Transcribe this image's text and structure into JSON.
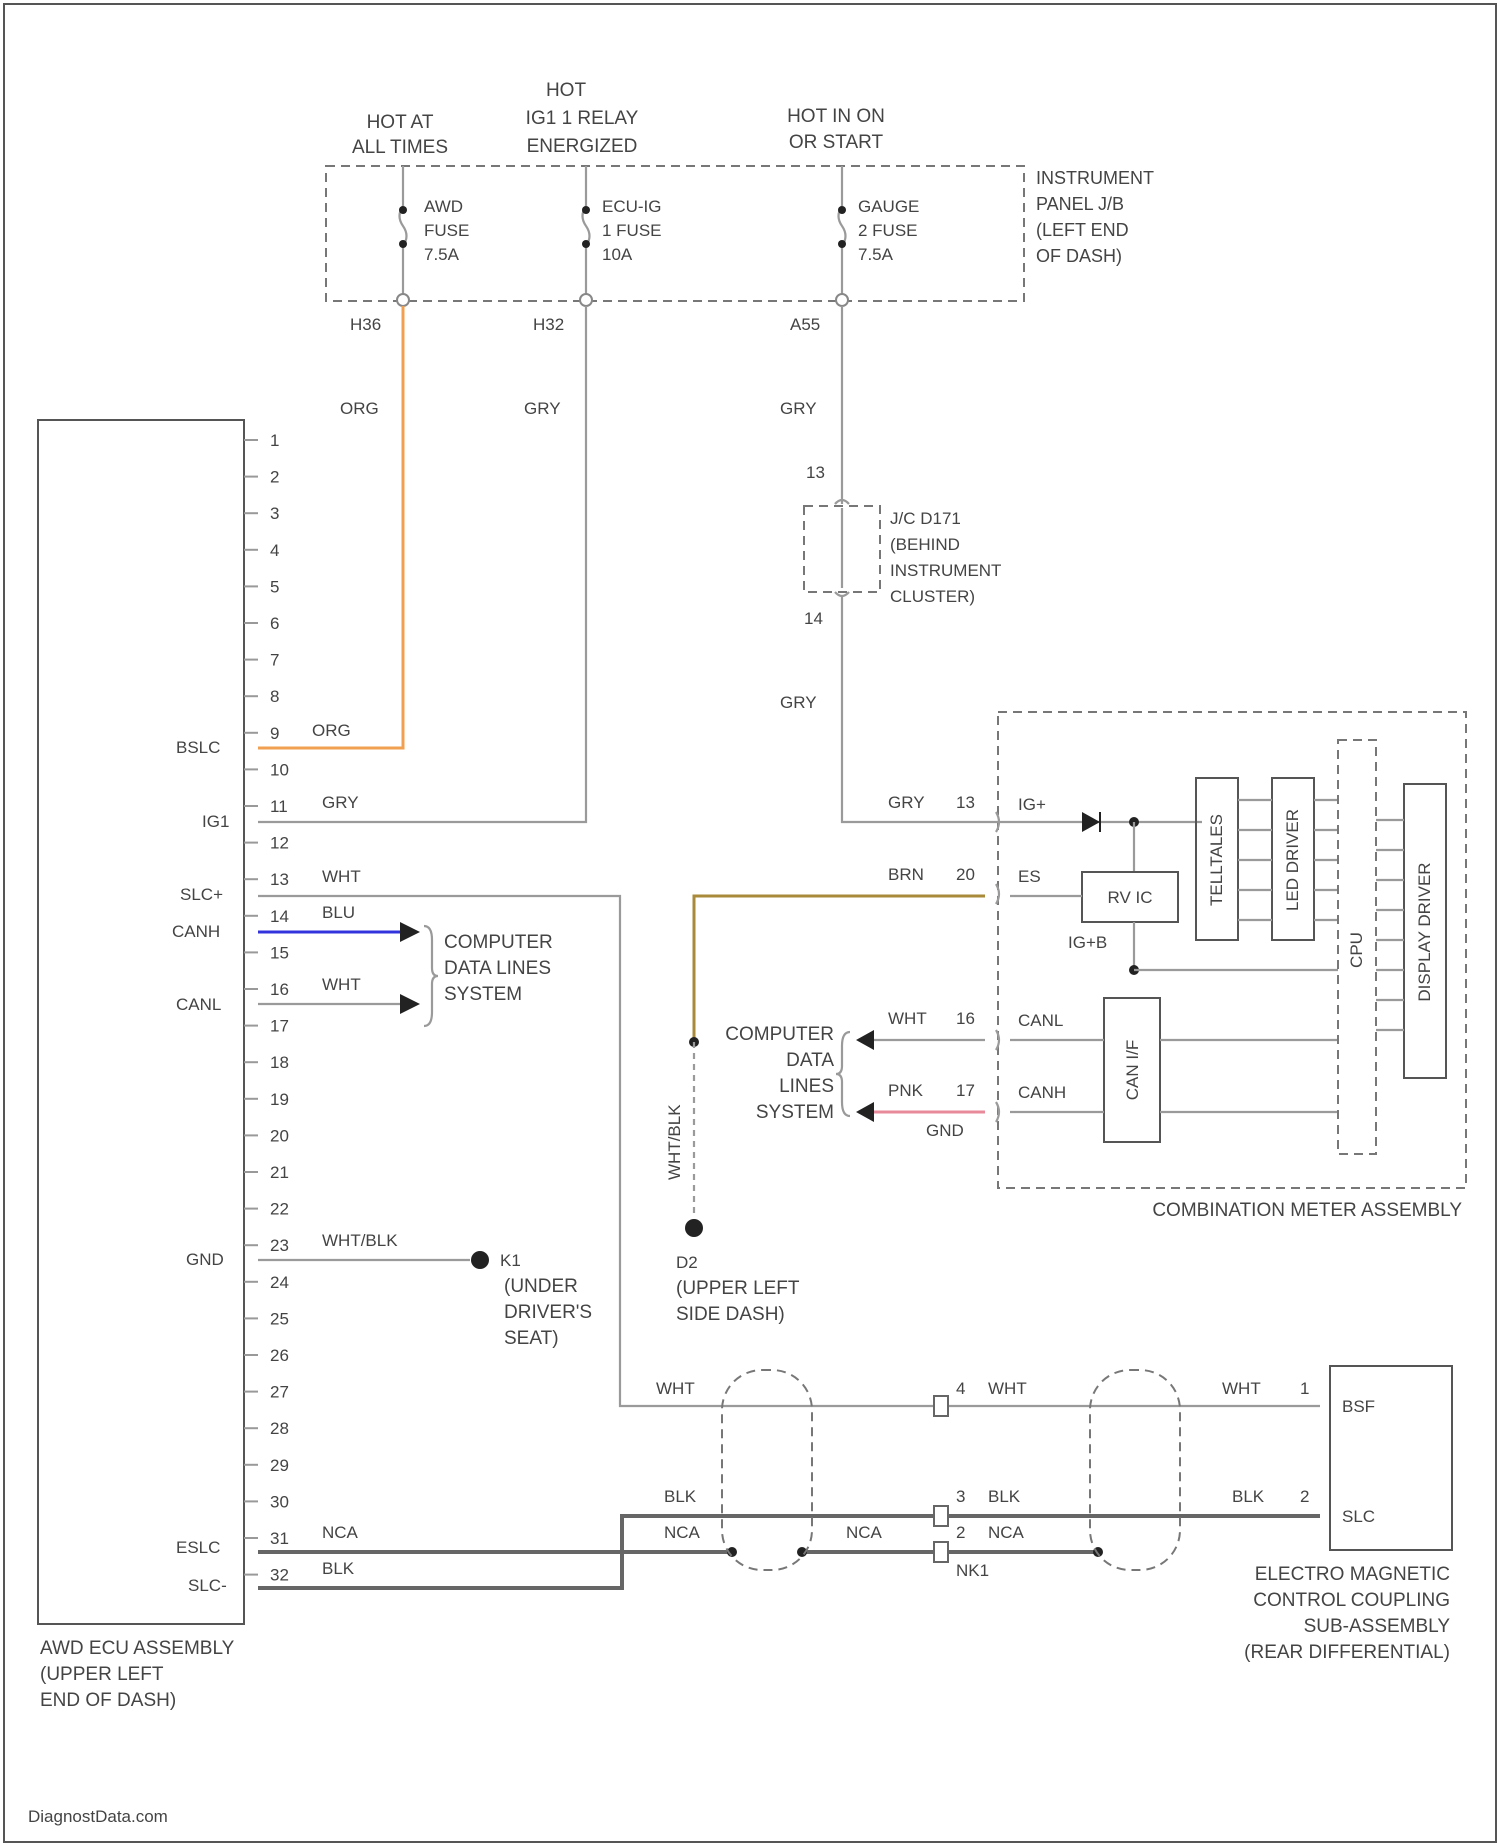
{
  "fuse_headers": {
    "awd": [
      "HOT AT",
      "ALL TIMES"
    ],
    "ecu": [
      "HOT",
      "IG1 1 RELAY",
      "ENERGIZED"
    ],
    "gauge": [
      "HOT IN ON",
      "OR START"
    ]
  },
  "junction_block": [
    "INSTRUMENT",
    "PANEL J/B",
    "(LEFT END",
    "OF DASH)"
  ],
  "fuses": {
    "awd": [
      "AWD",
      "FUSE",
      "7.5A"
    ],
    "ecu": [
      "ECU-IG",
      "1 FUSE",
      "10A"
    ],
    "gauge": [
      "GAUGE",
      "2 FUSE",
      "7.5A"
    ]
  },
  "fuse_pins": {
    "awd": "H36",
    "ecu": "H32",
    "gauge": "A55"
  },
  "wire_colors": {
    "org": "ORG",
    "gry": "GRY",
    "wht": "WHT",
    "blu": "BLU",
    "brn": "BRN",
    "pnk": "PNK",
    "blk": "BLK",
    "nca": "NCA",
    "wht_blk": "WHT/BLK"
  },
  "jc": {
    "pin_top": "13",
    "pin_bottom": "14",
    "label": [
      "J/C D171",
      "(BEHIND",
      "INSTRUMENT",
      "CLUSTER)"
    ]
  },
  "ecu": {
    "pin_numbers": [
      "1",
      "2",
      "3",
      "4",
      "5",
      "6",
      "7",
      "8",
      "9",
      "10",
      "11",
      "12",
      "13",
      "14",
      "15",
      "16",
      "17",
      "18",
      "19",
      "20",
      "21",
      "22",
      "23",
      "24",
      "25",
      "26",
      "27",
      "28",
      "29",
      "30",
      "31",
      "32"
    ],
    "signals": {
      "p9": "BSLC",
      "p11": "IG1",
      "p13": "SLC+",
      "p14": "CANH",
      "p16": "CANL",
      "p23": "GND",
      "p31": "ESLC",
      "p32": "SLC-"
    },
    "label": [
      "AWD ECU ASSEMBLY",
      "(UPPER LEFT",
      "END OF DASH)"
    ]
  },
  "cdl_left": [
    "COMPUTER",
    "DATA LINES",
    "SYSTEM"
  ],
  "cdl_right": [
    "COMPUTER",
    "DATA",
    "LINES",
    "SYSTEM"
  ],
  "ground_k1": {
    "id": "K1",
    "label": [
      "(UNDER",
      "DRIVER'S",
      "SEAT)"
    ]
  },
  "ground_d2": {
    "id": "D2",
    "label": [
      "(UPPER LEFT",
      "SIDE DASH)"
    ]
  },
  "meter": {
    "pins": {
      "p13": "13",
      "p20": "20",
      "p16": "16",
      "p17": "17"
    },
    "signals": {
      "ig": "IG+",
      "es": "ES",
      "canl": "CANL",
      "canh": "CANH"
    },
    "blocks": {
      "rvic": "RV IC",
      "canif": "CAN I/F",
      "telltale": "TELLTALES",
      "led": "LED DRIVER",
      "cpu": "CPU",
      "display": "DISPLAY DRIVER"
    },
    "notes": {
      "ig": "IG+B",
      "es": "GND"
    },
    "label": "COMBINATION METER ASSEMBLY"
  },
  "coupling": {
    "pins": {
      "p1": "1",
      "p2": "2"
    },
    "signals": {
      "p1": "BSF",
      "p2": "SLC"
    },
    "label": [
      "ELECTRO MAGNETIC",
      "CONTROL COUPLING",
      "SUB-ASSEMBLY",
      "(REAR DIFFERENTIAL)"
    ]
  },
  "harness": {
    "pin4": "4",
    "pin3": "3",
    "pin2": "2",
    "id": "NK1"
  },
  "footer": "DiagnostData.com",
  "colors": {
    "orange": "#f0a050",
    "blue": "#3333dd",
    "brown": "#a88a3a",
    "pink": "#e88a99",
    "ground_line": "#666666"
  }
}
